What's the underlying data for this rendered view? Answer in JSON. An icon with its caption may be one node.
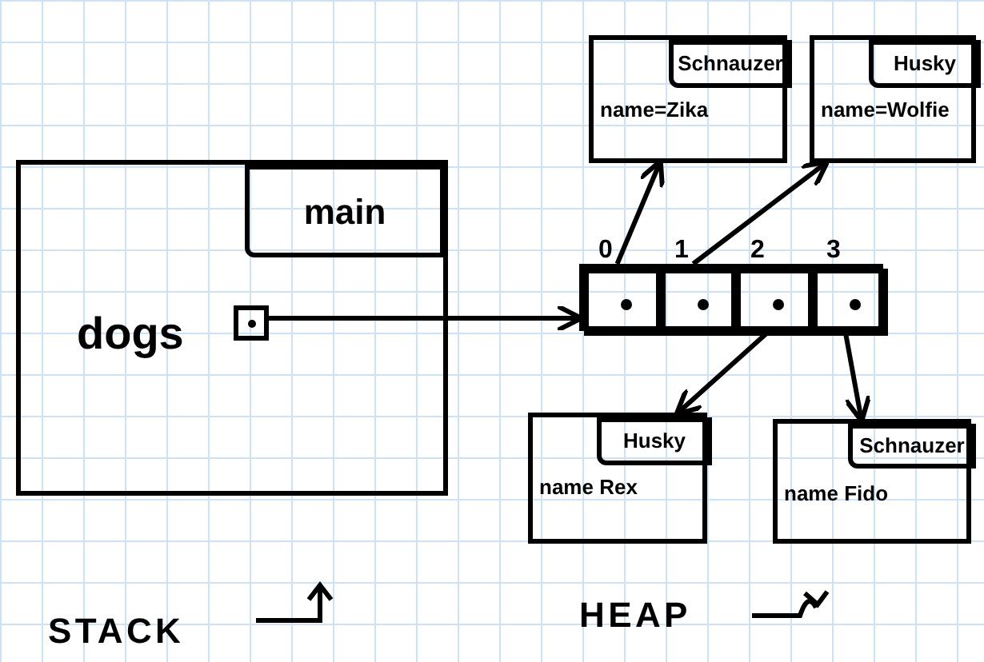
{
  "diagram": {
    "nodes": [
      {
        "text": [],
        "shape": "box"
      },
      {
        "text": [
          "main"
        ],
        "in": 0
      },
      {
        "text": [],
        "shape": "box",
        "in": 0
      },
      {
        "text": [],
        "shape": "box"
      },
      {
        "text": [],
        "shape": "box",
        "in": 3,
        "beside": [
          "0"
        ]
      },
      {
        "text": [],
        "shape": "box",
        "in": 3,
        "beside": [
          "1"
        ]
      },
      {
        "text": [],
        "shape": "box",
        "in": 3,
        "beside": [
          "2"
        ]
      },
      {
        "text": [],
        "shape": "box",
        "in": 3,
        "beside": [
          "3"
        ]
      },
      {
        "text": [
          "name=Zika"
        ]
      },
      {
        "text": [
          "Schnauzer"
        ],
        "in": 8
      },
      {
        "text": [
          "name=Wolfie"
        ]
      },
      {
        "text": [
          "Husky"
        ],
        "in": 10
      },
      {
        "text": [
          "name Rex"
        ]
      },
      {
        "text": [
          "Husky"
        ],
        "in": 12
      },
      {
        "text": [
          "name Fido"
        ]
      },
      {
        "text": [
          "Schnauzer"
        ],
        "in": 14
      }
    ],
    "edges": [
      {
        "from": 2,
        "to": 3,
        "arrow": "to"
      },
      {
        "from": 4,
        "to": 8,
        "arrow": "to"
      },
      {
        "from": 5,
        "to": 10,
        "arrow": "to"
      },
      {
        "from": 6,
        "to": 12,
        "arrow": "to"
      },
      {
        "from": 7,
        "to": 14,
        "arrow": "to"
      }
    ],
    "labels": [
      "dogs",
      "STACK",
      "HEAP"
    ]
  }
}
